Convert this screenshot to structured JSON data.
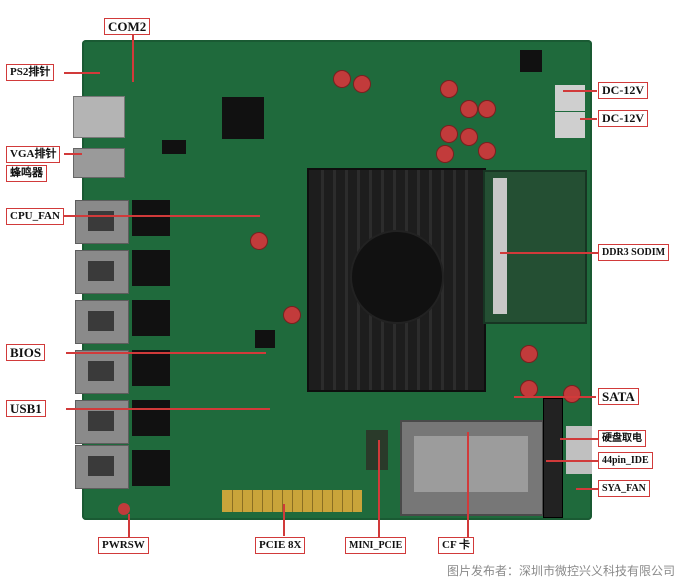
{
  "labels": {
    "com2": "COM2",
    "ps2": "PS2排针",
    "vga": "VGA排针",
    "buzzer": "蜂鸣器",
    "cpu_fan": "CPU_FAN",
    "bios": "BIOS",
    "usb1": "USB1",
    "pwrsw": "PWRSW",
    "pcie": "PCIE 8X",
    "mini_pcie": "MINI_PCIE",
    "cf": "CF 卡",
    "dc1": "DC-12V",
    "dc2": "DC-12V",
    "ddr3": "DDR3 SODIM",
    "sata": "SATA",
    "hdd_power": "硬盘取电",
    "ide": "44pin_IDE",
    "sya_fan": "SYA_FAN"
  },
  "footer": "图片发布者：深圳市微控兴义科技有限公司",
  "colors": {
    "label_border": "#d13a3a",
    "board": "#1f6a3c"
  }
}
